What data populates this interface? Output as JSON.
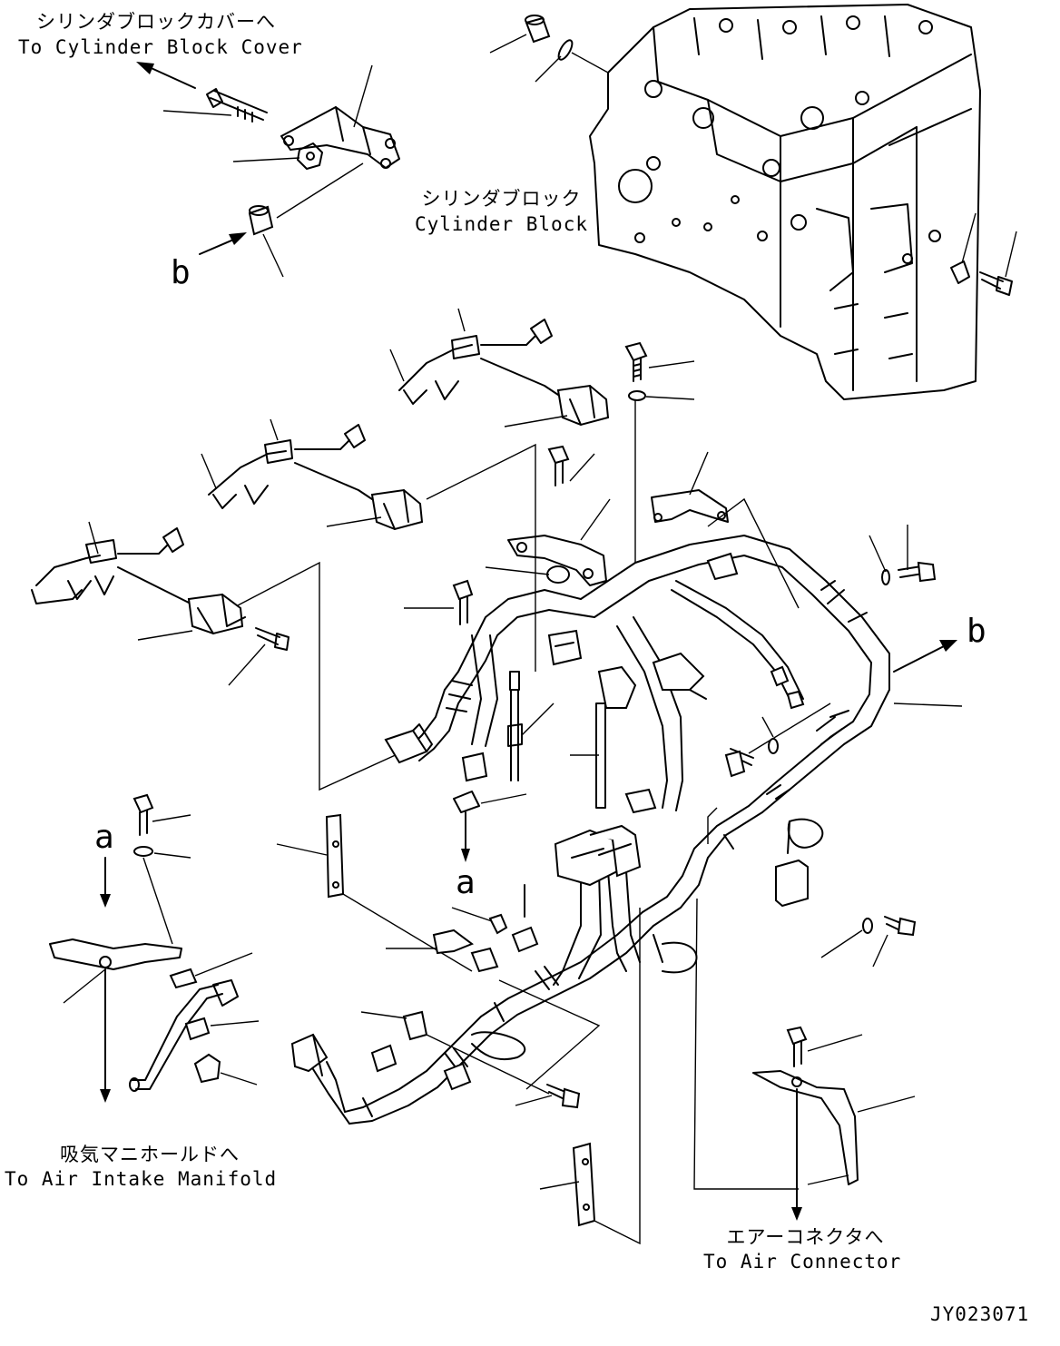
{
  "labels": {
    "cylinder_block_cover_jp": "シリンダブロックカバーへ",
    "cylinder_block_cover_en": "To Cylinder Block Cover",
    "cylinder_block_jp": "シリンダブロック",
    "cylinder_block_en": "Cylinder Block",
    "air_intake_manifold_jp": "吸気マニホールドへ",
    "air_intake_manifold_en": "To Air Intake Manifold",
    "air_connector_jp": "エアーコネクタへ",
    "air_connector_en": "To Air Connector",
    "drawing_number": "JY023071"
  },
  "markers": {
    "b_top": "b",
    "b_right": "b",
    "a_left": "a",
    "a_center": "a"
  }
}
